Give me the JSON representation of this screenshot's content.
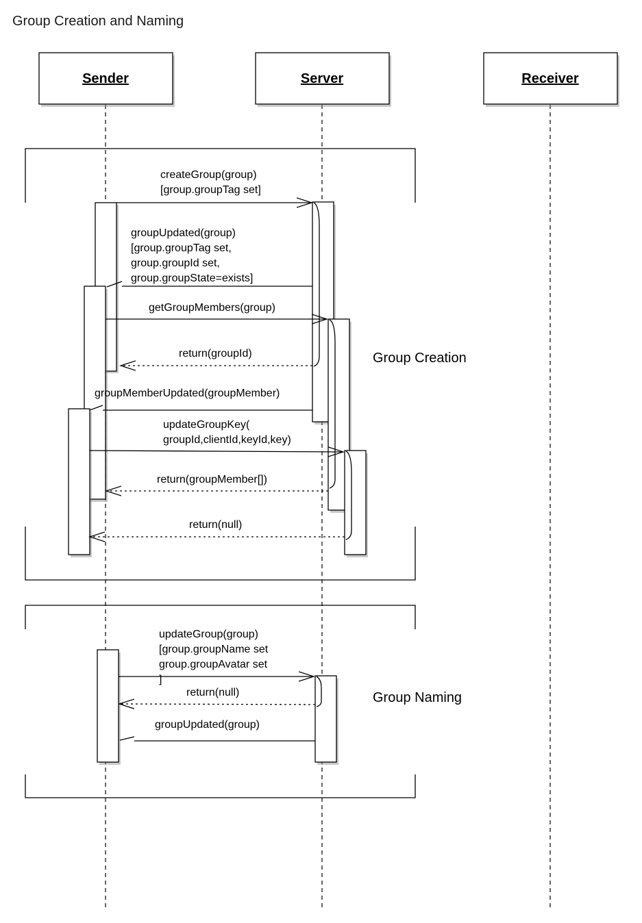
{
  "diagram": {
    "title": "Group Creation and Naming",
    "actors": [
      {
        "id": "sender",
        "label": "Sender"
      },
      {
        "id": "server",
        "label": "Server"
      },
      {
        "id": "receiver",
        "label": "Receiver"
      }
    ],
    "fragments": {
      "creation": {
        "label": "Group Creation"
      },
      "naming": {
        "label": "Group Naming"
      }
    },
    "messages": {
      "m1": {
        "lines": [
          "createGroup(group)",
          "[group.groupTag set]"
        ],
        "from": "sender",
        "to": "server",
        "style": "solid"
      },
      "m2": {
        "lines": [
          "groupUpdated(group)",
          "[group.groupTag set,",
          "group.groupId set,",
          "group.groupState=exists]"
        ],
        "from": "server",
        "to": "sender",
        "style": "solid"
      },
      "m3": {
        "lines": [
          "getGroupMembers(group)"
        ],
        "from": "sender",
        "to": "server",
        "style": "solid"
      },
      "m4": {
        "lines": [
          "return(groupId)"
        ],
        "from": "server",
        "to": "sender",
        "style": "dotted"
      },
      "m5": {
        "lines": [
          "groupMemberUpdated(groupMember)"
        ],
        "from": "server",
        "to": "sender",
        "style": "solid"
      },
      "m6": {
        "lines": [
          "updateGroupKey(",
          "groupId,clientId,keyId,key)"
        ],
        "from": "sender",
        "to": "server",
        "style": "solid"
      },
      "m7": {
        "lines": [
          "return(groupMember[])"
        ],
        "from": "server",
        "to": "sender",
        "style": "dotted"
      },
      "m8": {
        "lines": [
          "return(null)"
        ],
        "from": "server",
        "to": "sender",
        "style": "dotted"
      },
      "m9": {
        "lines": [
          "updateGroup(group)",
          "[group.groupName set",
          "group.groupAvatar set",
          "]"
        ],
        "from": "sender",
        "to": "server",
        "style": "solid"
      },
      "m10": {
        "lines": [
          "return(null)"
        ],
        "from": "server",
        "to": "sender",
        "style": "dotted"
      },
      "m11": {
        "lines": [
          "groupUpdated(group)"
        ],
        "from": "server",
        "to": "sender",
        "style": "solid"
      }
    }
  }
}
